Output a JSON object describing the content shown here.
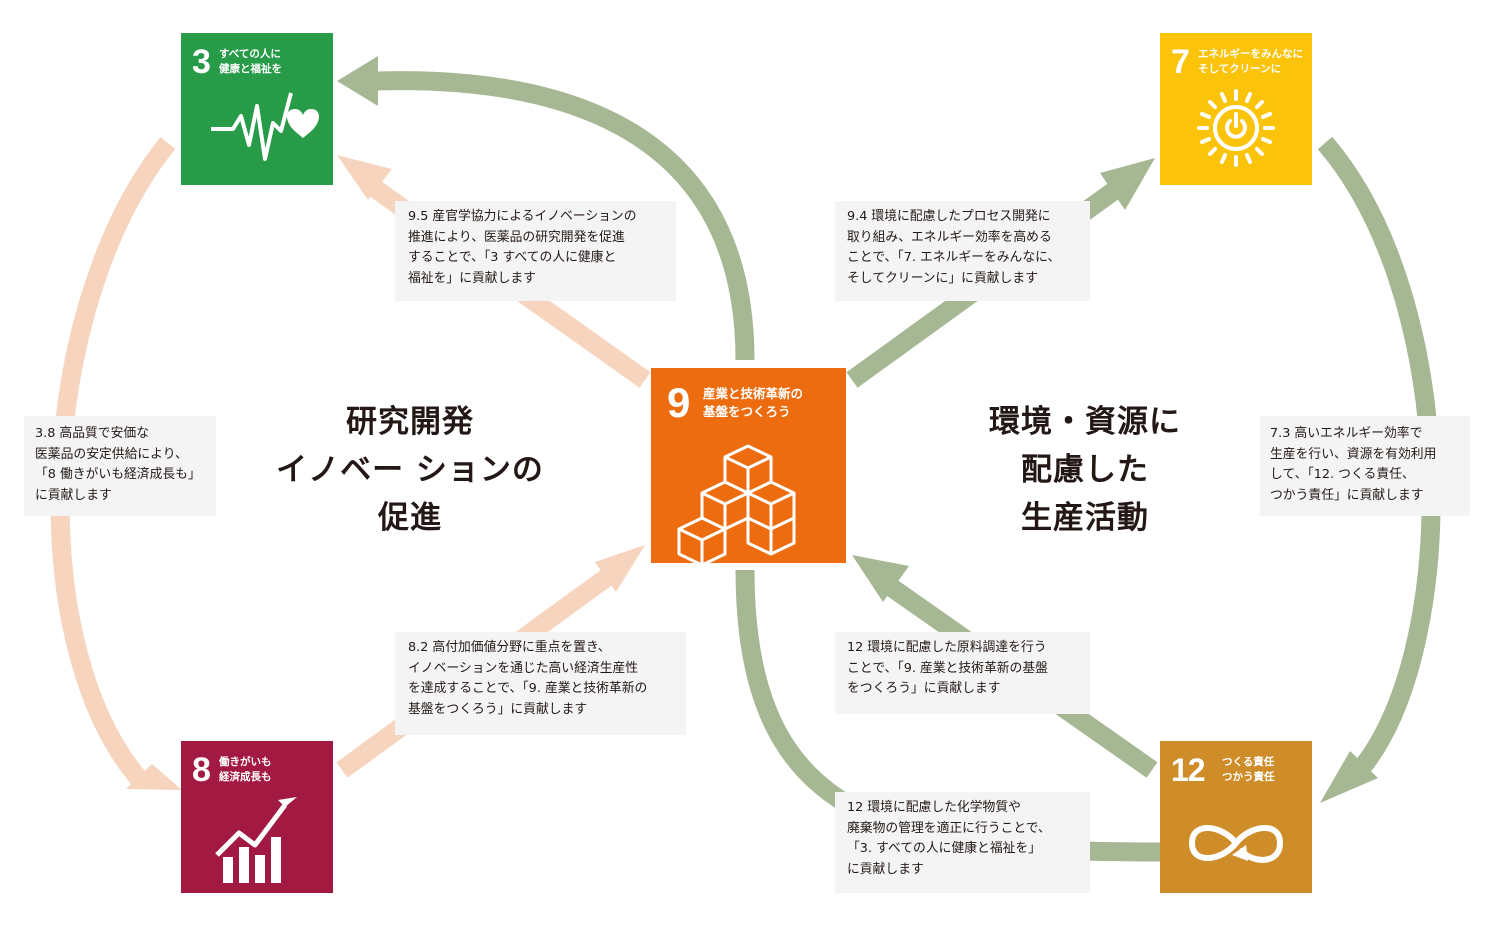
{
  "tiles": {
    "goal3": {
      "number": "3",
      "title": "すべての人に\n健康と福祉を",
      "color": "#279B48",
      "icon": "heartbeat-icon"
    },
    "goal7": {
      "number": "7",
      "title": "エネルギーをみんなに\nそしてクリーンに",
      "color": "#FCC30B",
      "icon": "sun-power-icon"
    },
    "goal8": {
      "number": "8",
      "title": "働きがいも\n経済成長も",
      "color": "#A21942",
      "icon": "growth-chart-icon"
    },
    "goal9": {
      "number": "9",
      "title": "産業と技術革新の\n基盤をつくろう",
      "color": "#FD6925",
      "icon": "cubes-icon"
    },
    "goal12": {
      "number": "12",
      "title": "つくる責任\nつかう責任",
      "color": "#BF8B2E",
      "icon": "infinity-loop-icon"
    }
  },
  "notes": {
    "n95": "9.5 産官学協力によるイノベーションの\n推進により、医薬品の研究開発を促進\nすることで、「3 すべての人に健康と\n福祉を」に貢献します",
    "n94": "9.4 環境に配慮したプロセス開発に\n取り組み、エネルギー効率を高める\nことで、「7. エネルギーをみんなに、\nそしてクリーンに」に貢献します",
    "n38": "3.8 高品質で安価な\n医薬品の安定供給により、\n「8 働きがいも経済成長も」\nに貢献します",
    "n73": "7.3 高いエネルギー効率で\n生産を行い、資源を有効利用\nして、「12. つくる責任、\nつかう責任」に貢献します",
    "n82": "8.2 高付加価値分野に重点を置き、\nイノベーションを通じた高い経済生産性\nを達成することで、「9. 産業と技術革新の\n基盤をつくろう」に貢献します",
    "n12a": "12 環境に配慮した原料調達を行う\nことで、「9. 産業と技術革新の基盤\nをつくろう」に貢献します",
    "n12b": "12 環境に配慮した化学物質や\n廃棄物の管理を適正に行うことで、\n「3. すべての人に健康と福祉を」\nに貢献します"
  },
  "headings": {
    "left": "研究開発\nイノベー ションの\n促進",
    "right": "環境・資源に\n配慮した\n生産活動"
  },
  "colors": {
    "green_arrow": "#A6B893",
    "peach_arrow": "#F6D4BE"
  }
}
